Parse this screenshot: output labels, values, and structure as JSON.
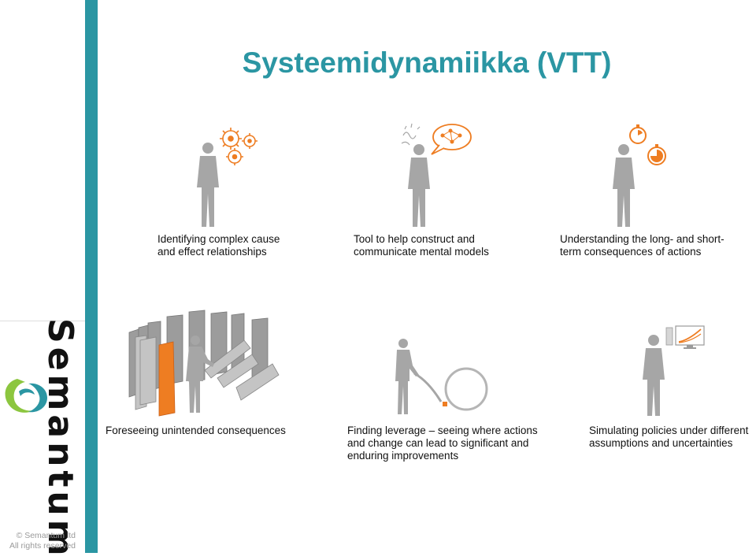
{
  "slide": {
    "title": "Systeemidynamiikka (VTT)"
  },
  "brand": {
    "name": "Semantum",
    "copyright_line1": "© Semantum ltd",
    "copyright_line2": "All rights reserved",
    "accent_color": "#2b96a3",
    "orange_color": "#ee7d22",
    "green_color": "#8cc63f"
  },
  "benefits": [
    {
      "text": "Identifying complex cause\nand effect relationships",
      "icon": "gears-icon"
    },
    {
      "text": "Tool  to help construct and\ncommunicate mental  models",
      "icon": "speech-bubble-network-icon"
    },
    {
      "text": "Understanding the long- and short-\nterm consequences of actions",
      "icon": "stopwatch-icon"
    },
    {
      "text": "Foreseeing unintended  consequences",
      "icon": "dominoes-icon"
    },
    {
      "text": "Finding leverage – seeing where actions\nand change can lead to significant and\nenduring improvements",
      "icon": "lever-icon"
    },
    {
      "text": "Simulating policies under different\nassumptions and uncertainties",
      "icon": "monitor-chart-icon"
    }
  ]
}
